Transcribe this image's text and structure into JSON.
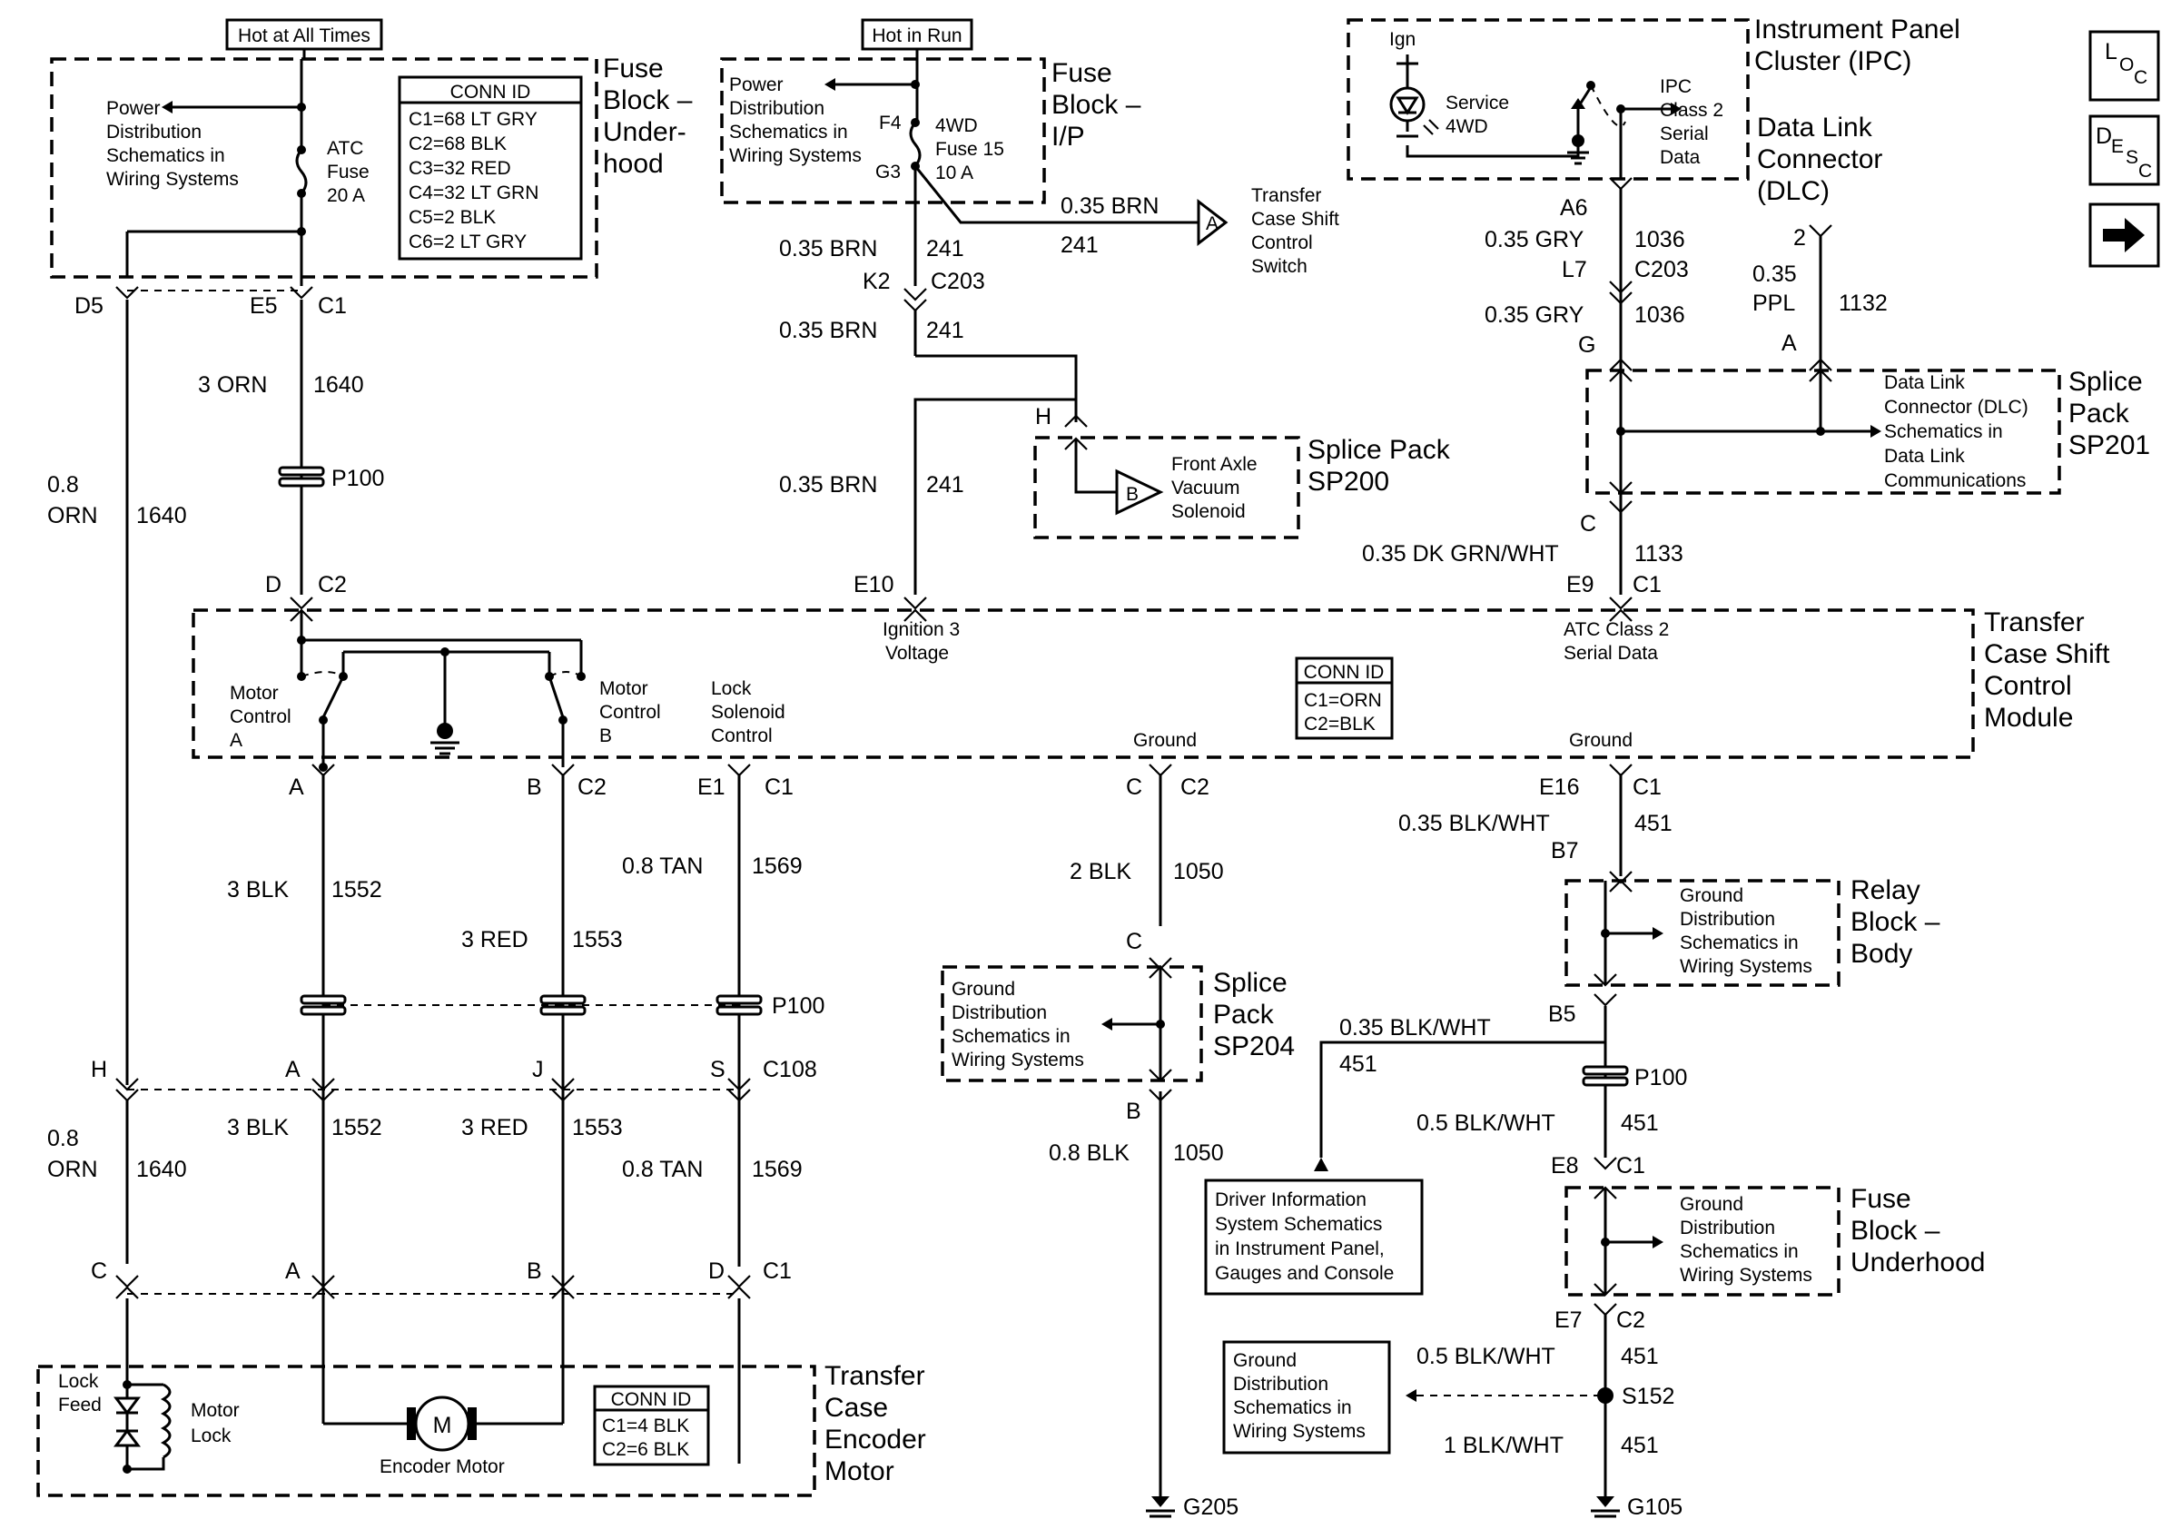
{
  "labels": {
    "hot_at_all_times": "Hot at All Times",
    "hot_in_run": "Hot in Run",
    "fuse_block_underhood_top": [
      "Fuse",
      "Block –",
      "Under-",
      "hood"
    ],
    "fuse_block_ip": [
      "Fuse",
      "Block –",
      "I/P"
    ],
    "ipc_title": [
      "Instrument Panel",
      "Cluster (IPC)"
    ],
    "dlc_title": [
      "Data Link",
      "Connector",
      "(DLC)"
    ],
    "power_dist_left": [
      "Power",
      "Distribution",
      "Schematics in",
      "Wiring Systems"
    ],
    "power_dist_mid": [
      "Power",
      "Distribution",
      "Schematics in",
      "Wiring Systems"
    ],
    "atc_fuse": [
      "ATC",
      "Fuse",
      "20 A"
    ],
    "fuse15": [
      "4WD",
      "Fuse 15",
      "10 A"
    ],
    "f4": "F4",
    "g3": "G3",
    "ign": "Ign",
    "service_4wd": [
      "Service",
      "4WD"
    ],
    "ipc_class2": [
      "IPC",
      "Class 2",
      "Serial",
      "Data"
    ],
    "tccs_switch": [
      "Transfer",
      "Case Shift",
      "Control",
      "Switch"
    ],
    "front_axle": [
      "Front Axle",
      "Vacuum",
      "Solenoid"
    ],
    "splice_sp200": [
      "Splice Pack",
      "SP200"
    ],
    "splice_sp201": [
      "Splice",
      "Pack",
      "SP201"
    ],
    "dlc_schem": [
      "Data Link",
      "Connector (DLC)",
      "Schematics in",
      "Data Link",
      "Communications"
    ],
    "tccs_module": [
      "Transfer",
      "Case Shift",
      "Control",
      "Module"
    ],
    "ign3_voltage": [
      "Ignition 3",
      "Voltage"
    ],
    "atc_class2": [
      "ATC Class 2",
      "Serial Data"
    ],
    "motor_control_a": [
      "Motor",
      "Control",
      "A"
    ],
    "motor_control_b": [
      "Motor",
      "Control",
      "B"
    ],
    "lock_solenoid": [
      "Lock",
      "Solenoid",
      "Control"
    ],
    "ground": "Ground",
    "relay_block_body": [
      "Relay",
      "Block –",
      "Body"
    ],
    "fuse_block_underhood_bot": [
      "Fuse",
      "Block –",
      "Underhood"
    ],
    "splice_sp204": [
      "Splice",
      "Pack",
      "SP204"
    ],
    "ground_dist": [
      "Ground",
      "Distribution",
      "Schematics in",
      "Wiring Systems"
    ],
    "driver_info": [
      "Driver Information",
      "System Schematics",
      "in Instrument Panel,",
      "Gauges and Console"
    ],
    "encoder_motor": "Encoder Motor",
    "transfer_case_encoder": [
      "Transfer",
      "Case",
      "Encoder",
      "Motor"
    ],
    "lock_feed": [
      "Lock",
      "Feed"
    ],
    "motor_lock": [
      "Motor",
      "Lock"
    ],
    "m": "M",
    "p100": "P100",
    "c108": "C108",
    "s152": "S152",
    "g205": "G205",
    "g105": "G105",
    "c203": "C203"
  },
  "conn_id_1": {
    "title": "CONN ID",
    "rows": [
      "C1=68 LT GRY",
      "C2=68 BLK",
      "C3=32 RED",
      "C4=32 LT GRN",
      "C5=2 BLK",
      "C6=2 LT GRY"
    ]
  },
  "conn_id_2": {
    "title": "CONN ID",
    "rows": [
      "C1=ORN",
      "C2=BLK"
    ]
  },
  "conn_id_3": {
    "title": "CONN ID",
    "rows": [
      "C1=4 BLK",
      "C2=6 BLK"
    ]
  },
  "nav": {
    "loc": [
      "L",
      "O",
      "C"
    ],
    "desc": [
      "D",
      "E",
      "S",
      "C"
    ],
    "arrow": "➔"
  },
  "pins": {
    "d5": "D5",
    "e5": "E5",
    "c1": "C1",
    "c2": "C2",
    "k2": "K2",
    "a6": "A6",
    "l7": "L7",
    "g": "G",
    "two": "2",
    "a": "A",
    "h": "H",
    "d": "D",
    "e10": "E10",
    "c": "C",
    "e9": "E9",
    "b": "B",
    "e1": "E1",
    "e16": "E16",
    "b7": "B7",
    "b5": "B5",
    "j": "J",
    "s": "S",
    "e8": "E8",
    "e7": "E7",
    "A_tri": "A",
    "B_tri": "B"
  },
  "wires": {
    "brn035": "0.35 BRN",
    "n241": "241",
    "gry035": "0.35 GRY",
    "n1036": "1036",
    "ppl035": [
      "0.35",
      "PPL"
    ],
    "n1132": "1132",
    "orn3": "3 ORN",
    "n1640": "1640",
    "orn08": [
      "0.8",
      "ORN"
    ],
    "dkgrn": "0.35 DK GRN/WHT",
    "n1133": "1133",
    "blk3": "3 BLK",
    "n1552": "1552",
    "red3": "3 RED",
    "n1553": "1553",
    "tan08": "0.8 TAN",
    "n1569": "1569",
    "blk2": "2 BLK",
    "n1050": "1050",
    "blk08": "0.8 BLK",
    "blkwht035": "0.35 BLK/WHT",
    "n451": "451",
    "blkwht05": "0.5 BLK/WHT",
    "blkwht1": "1 BLK/WHT"
  }
}
